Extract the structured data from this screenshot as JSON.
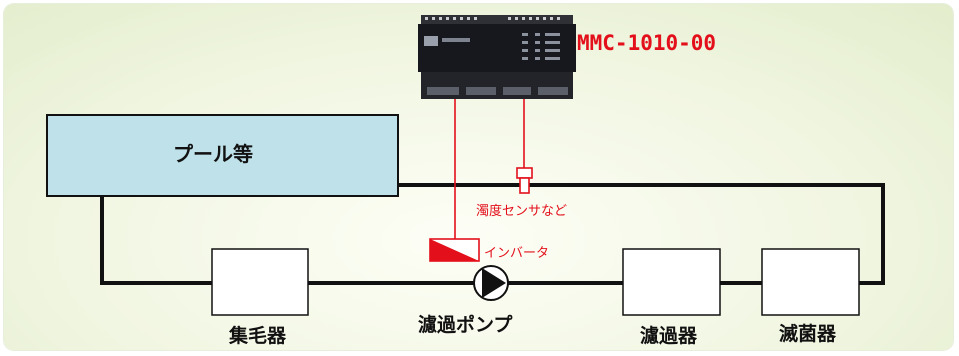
{
  "controller": {
    "model": "MMC-1010-00"
  },
  "pool": {
    "label": "プール等"
  },
  "sensor": {
    "label": "濁度センサなど"
  },
  "inverter": {
    "label": "インバータ"
  },
  "pump": {
    "label": "濾過ポンプ"
  },
  "components": [
    {
      "label": "集毛器"
    },
    {
      "label": "濾過器"
    },
    {
      "label": "滅菌器"
    }
  ],
  "colors": {
    "signal": "#e3101b",
    "pipe": "#111111",
    "pool_fill": "#bfe1e9",
    "device_body": "#17181d"
  }
}
